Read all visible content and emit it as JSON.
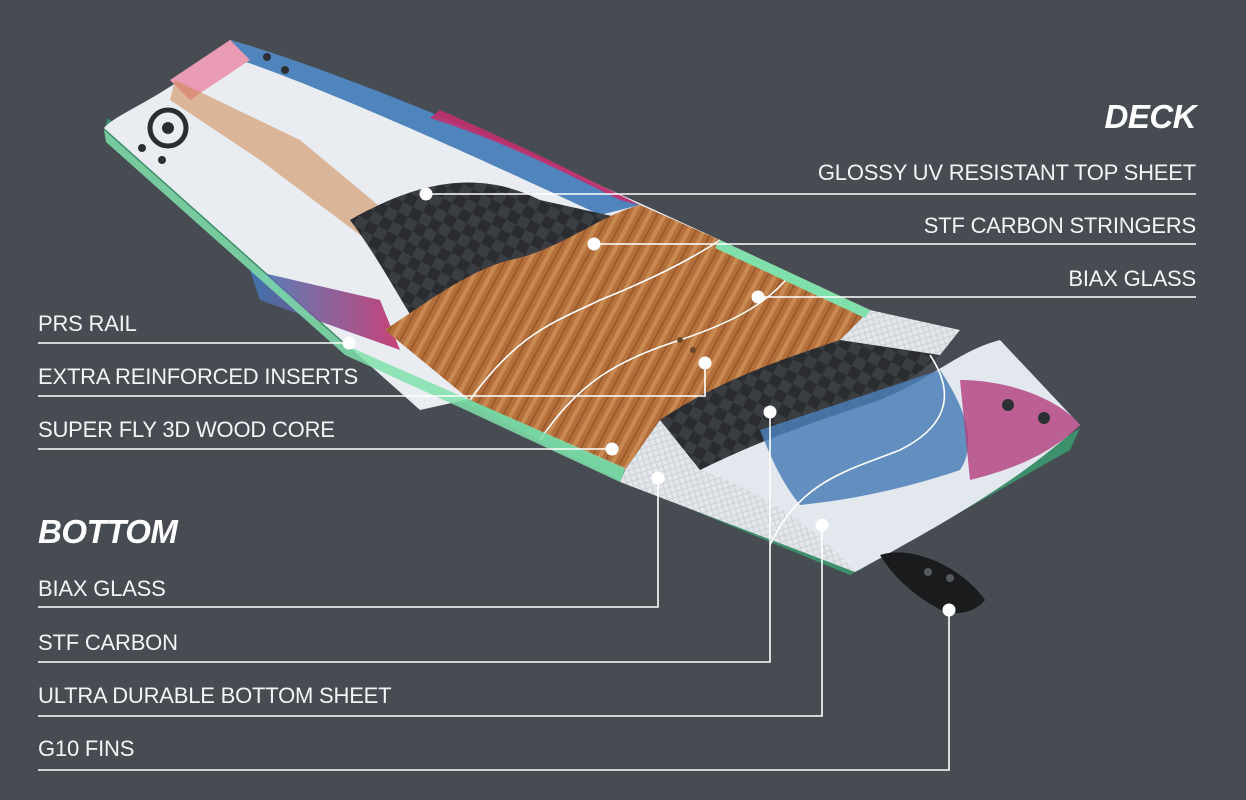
{
  "deck": {
    "heading": "DECK",
    "layers": [
      "GLOSSY UV RESISTANT TOP SHEET",
      "STF CARBON STRINGERS",
      "BIAX GLASS"
    ]
  },
  "core": {
    "layers": [
      "PRS RAIL",
      "EXTRA REINFORCED INSERTS",
      "SUPER FLY 3D WOOD CORE"
    ]
  },
  "bottom": {
    "heading": "BOTTOM",
    "layers": [
      "BIAX GLASS",
      "STF CARBON",
      "ULTRA DURABLE BOTTOM SHEET",
      "G10 FINS"
    ]
  },
  "colors": {
    "background": "#474c53",
    "wood": "#b06e3a",
    "carbon": "#2b2d31",
    "rail": "#6fd9a0",
    "top_sheet": "#e9edf1",
    "accent_blue": "#3f78b7",
    "accent_magenta": "#c2306d"
  }
}
